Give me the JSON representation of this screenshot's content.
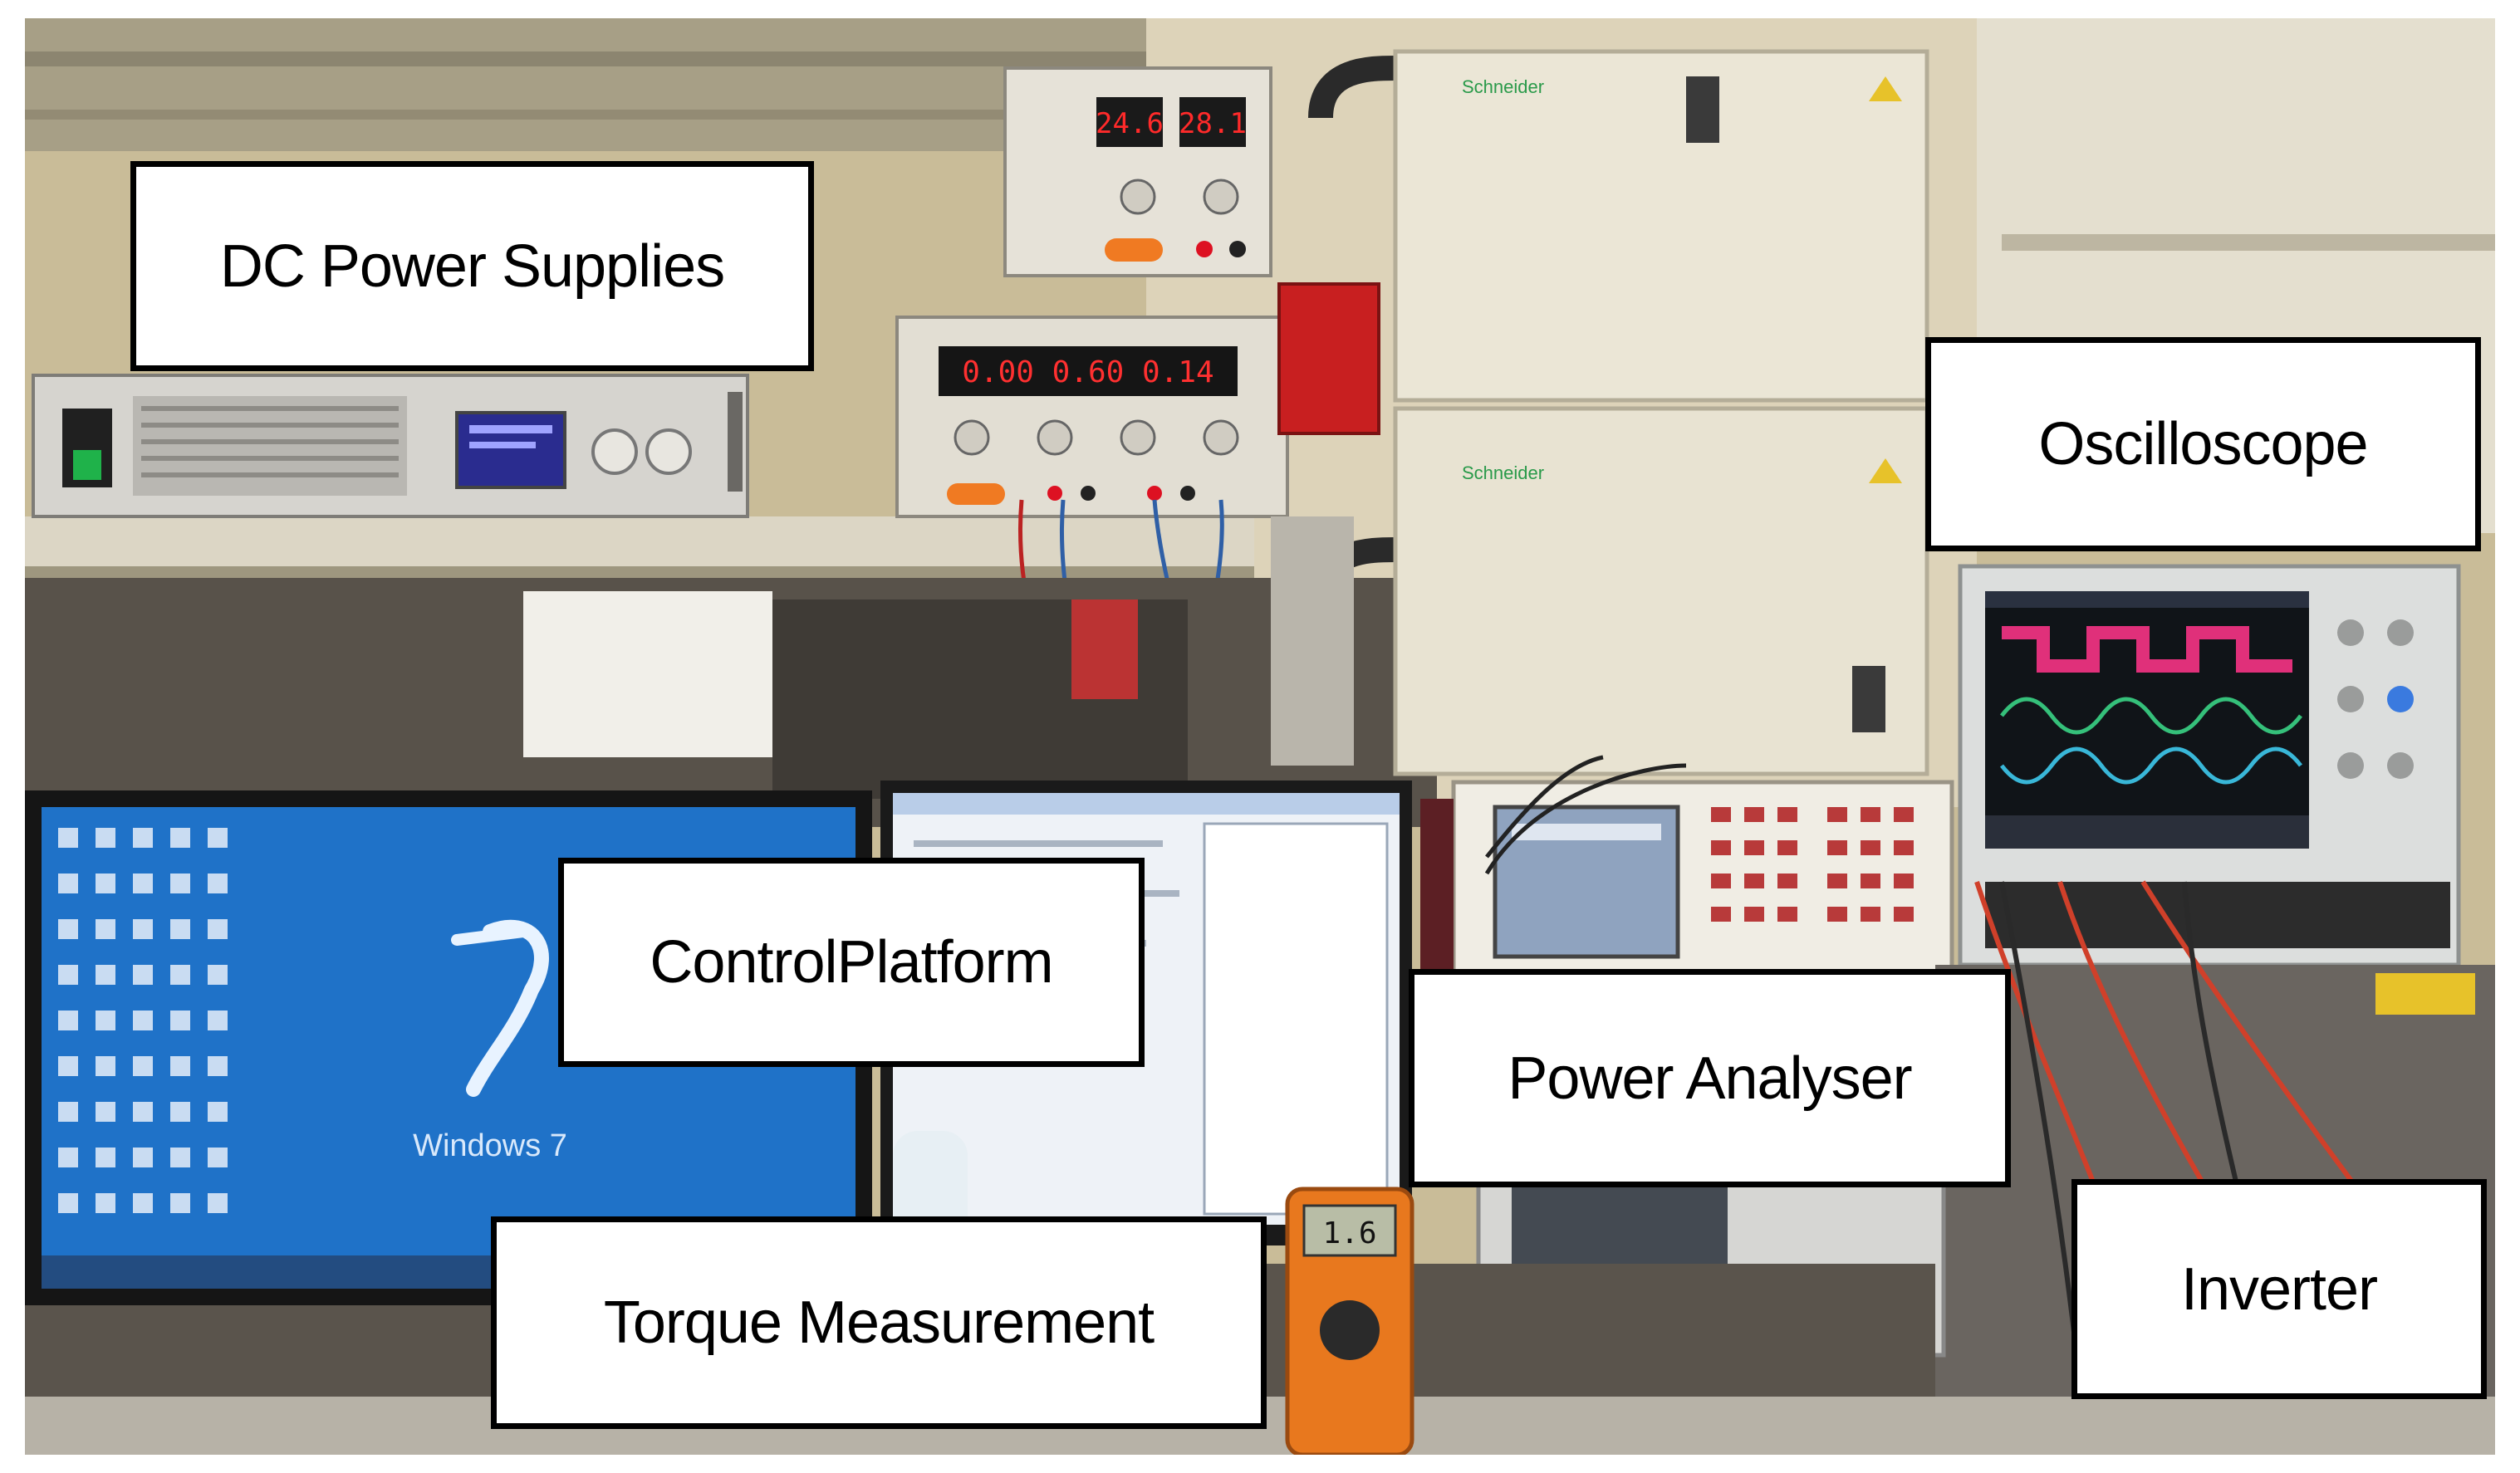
{
  "labels": {
    "dc_power_supplies": "DC Power Supplies",
    "oscilloscope": "Oscilloscope",
    "control_platform": "ControlPlatform",
    "power_analyser": "Power Analyser",
    "torque_measurement": "Torque Measurement",
    "inverter": "Inverter"
  },
  "screen_texts": {
    "monitor_os": "Windows 7",
    "psu_top_display": "24.6  28.1",
    "psu_bottom_display": "0.00  0.60  0.14",
    "multimeter_display": "1.6"
  },
  "colors": {
    "wall": "#cbbf9c",
    "cabinet": "#e9e3d2",
    "desktop_blue": "#1f72c8",
    "scope_magenta": "#e0307a",
    "scope_green": "#35c07a",
    "scope_cyan": "#39b7d8",
    "led_red": "#ff2a2a",
    "multimeter_orange": "#e8781e"
  }
}
